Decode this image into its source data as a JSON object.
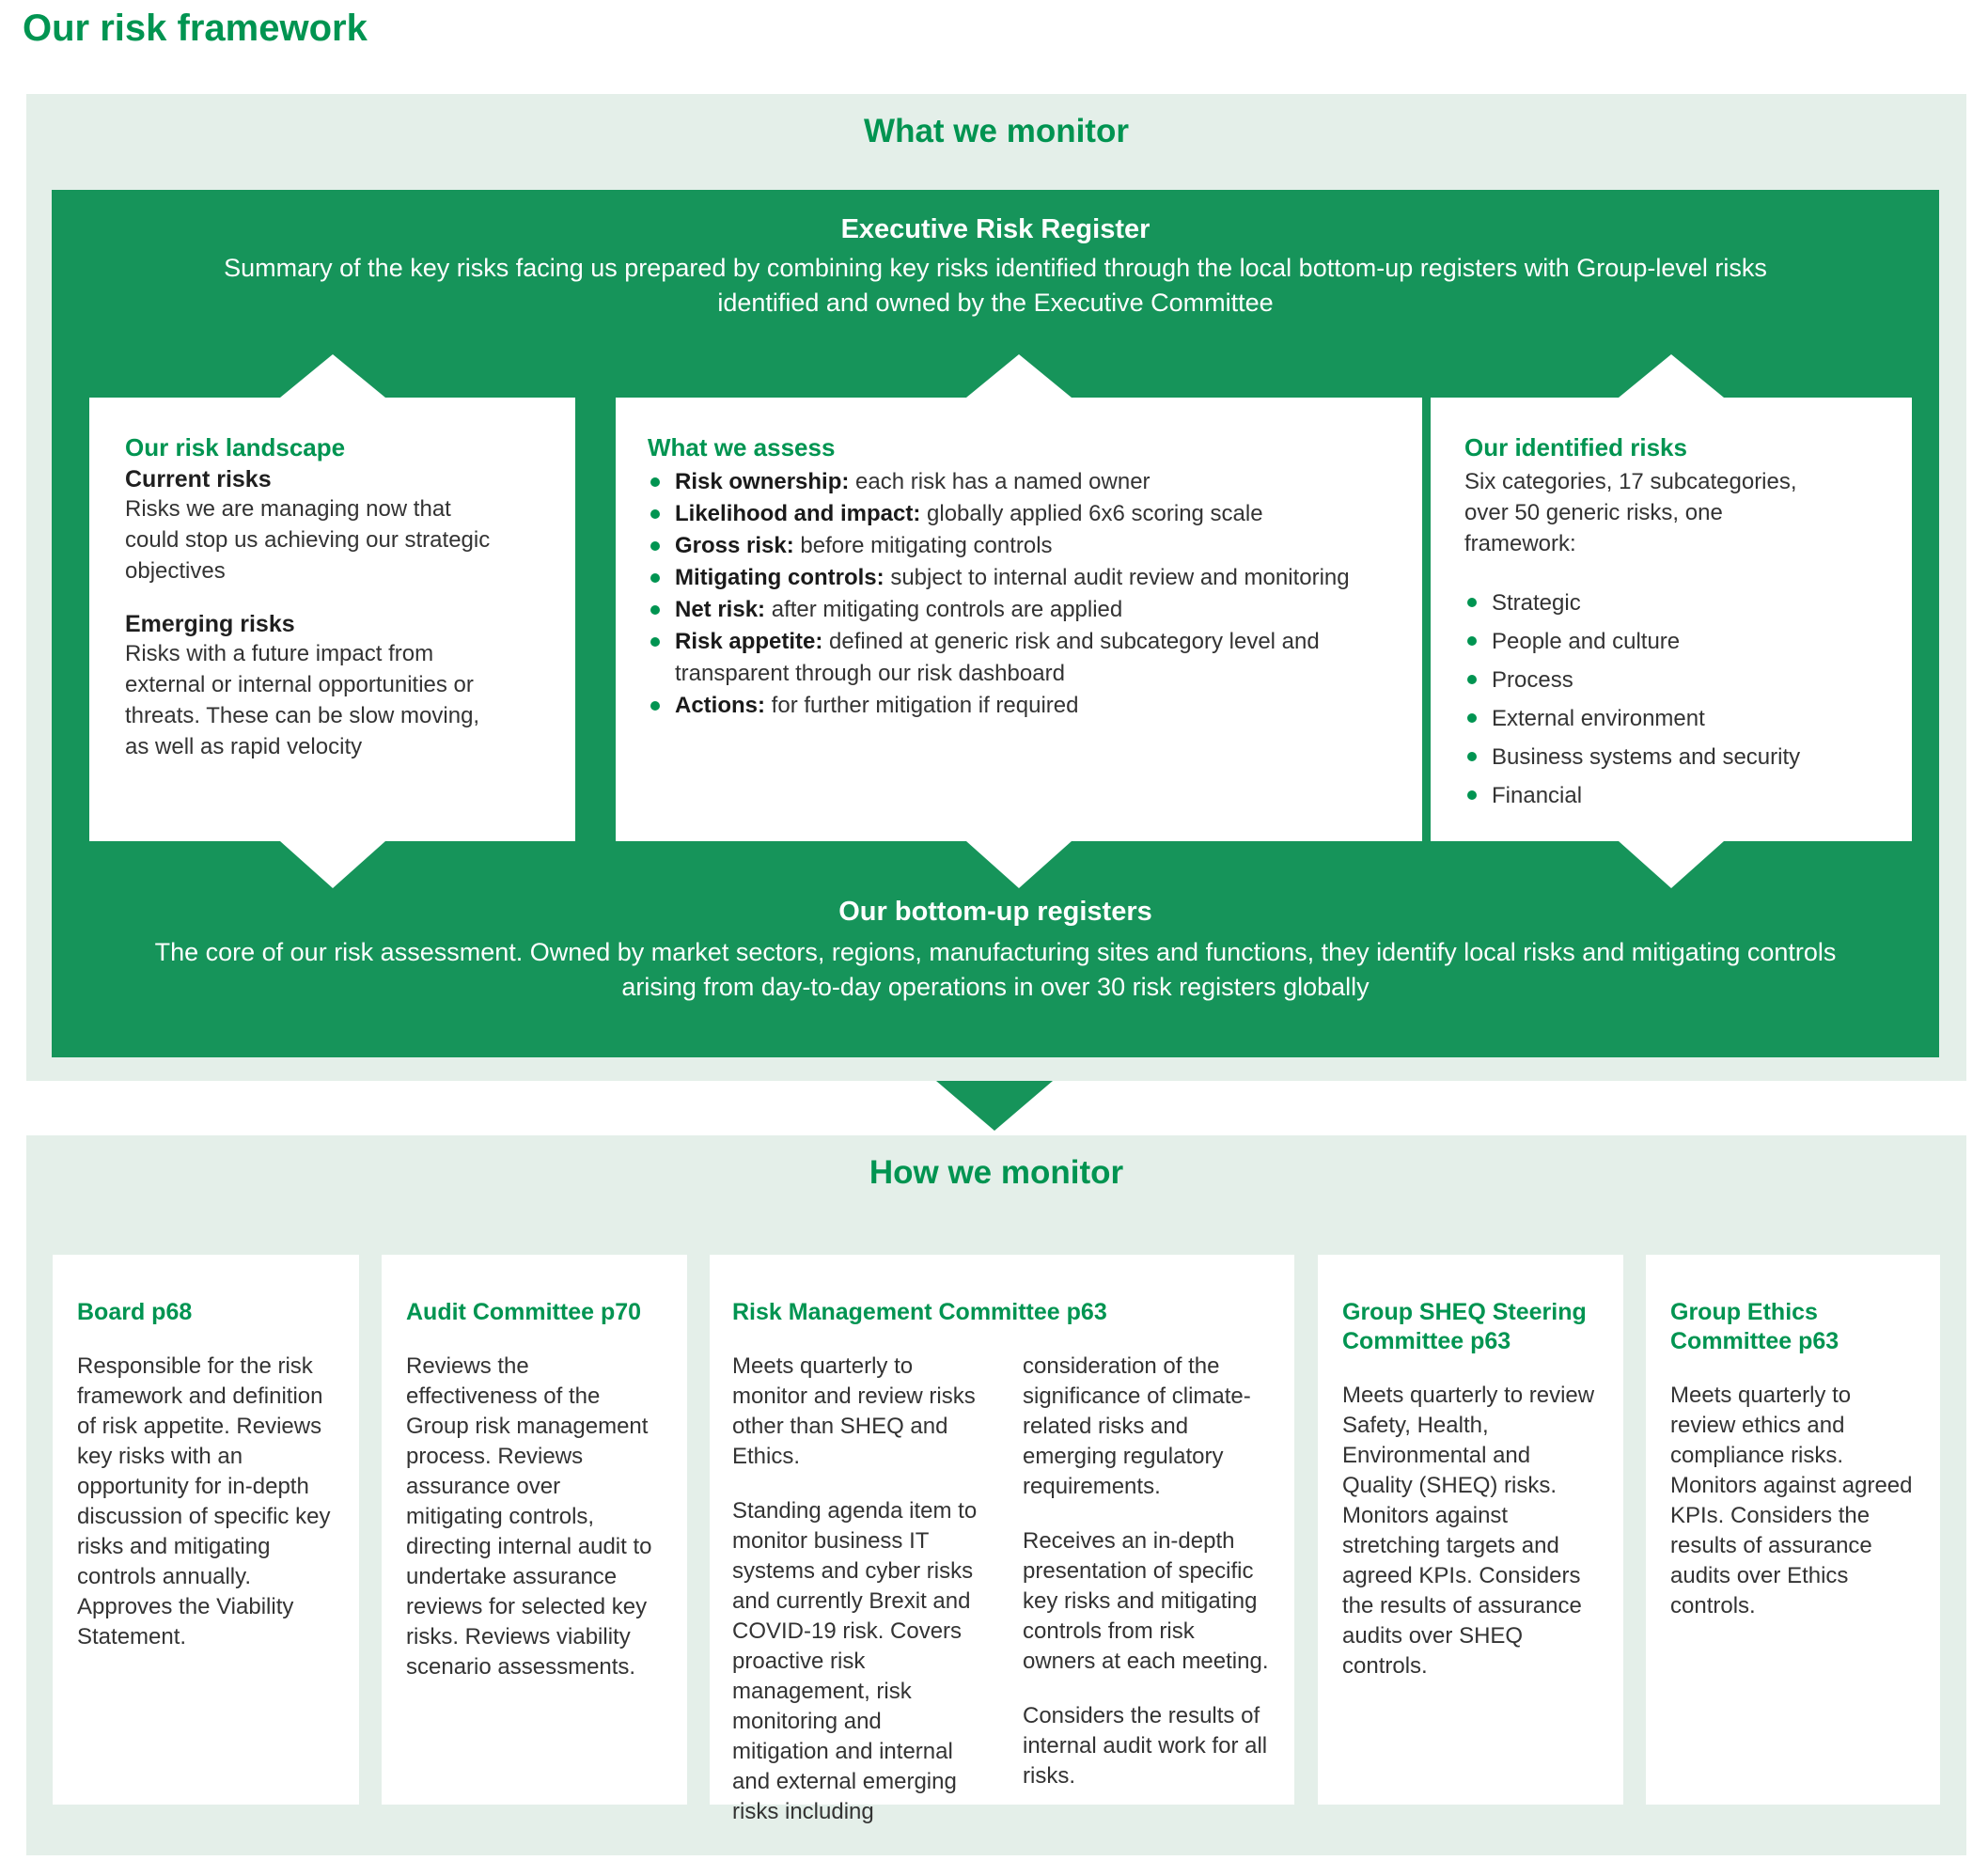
{
  "colors": {
    "brand_green": "#009451",
    "dark_green": "#16945a",
    "panel_bg": "#e4efe9",
    "text_dark": "#333333"
  },
  "page_title": "Our risk framework",
  "what_we_monitor": {
    "heading": "What we monitor",
    "executive_risk_register": {
      "title": "Executive Risk Register",
      "description": "Summary of the key risks facing us prepared by combining key risks identified through the local bottom-up registers with Group-level risks identified and owned by the Executive Committee"
    },
    "risk_landscape": {
      "heading": "Our risk landscape",
      "sections": [
        {
          "title": "Current risks",
          "text": "Risks we are managing now that could stop us achieving our strategic objectives"
        },
        {
          "title": "Emerging risks",
          "text": "Risks with a future impact from external or internal opportunities or threats. These can be slow moving, as well as rapid velocity"
        }
      ]
    },
    "what_we_assess": {
      "heading": "What we assess",
      "bullets": [
        {
          "lead": "Risk ownership:",
          "text": "each risk has a named owner"
        },
        {
          "lead": "Likelihood and impact:",
          "text": "globally applied 6x6 scoring scale"
        },
        {
          "lead": "Gross risk:",
          "text": "before mitigating controls"
        },
        {
          "lead": "Mitigating controls:",
          "text": "subject to internal audit review and monitoring"
        },
        {
          "lead": "Net risk:",
          "text": "after mitigating controls are applied"
        },
        {
          "lead": "Risk appetite:",
          "text": "defined at generic risk and subcategory level and transparent through our risk dashboard"
        },
        {
          "lead": "Actions:",
          "text": "for further mitigation if required"
        }
      ]
    },
    "identified_risks": {
      "heading": "Our identified risks",
      "intro": "Six categories, 17 subcategories, over 50 generic risks, one framework:",
      "bullets": [
        "Strategic",
        "People and culture",
        "Process",
        "External environment",
        "Business systems and security",
        "Financial"
      ]
    },
    "bottom_up_registers": {
      "title": "Our bottom-up registers",
      "description": "The core of our risk assessment. Owned by market sectors, regions, manufacturing sites and functions, they identify local risks and mitigating controls arising from day-to-day operations in over 30 risk registers globally"
    }
  },
  "how_we_monitor": {
    "heading": "How we monitor",
    "committees": [
      {
        "title": "Board p68",
        "paragraphs": [
          "Responsible for the risk framework and definition of risk appetite. Reviews key risks with an opportunity for in-depth discussion of specific key risks and mitigating controls annually. Approves the Viability Statement."
        ]
      },
      {
        "title": "Audit Committee p70",
        "paragraphs": [
          "Reviews the effectiveness of the Group risk management process. Reviews assurance over mitigating controls, directing internal audit to undertake assurance reviews for selected key risks. Reviews viability scenario assessments."
        ]
      },
      {
        "title": "Risk Management Committee p63",
        "col1": [
          "Meets quarterly to monitor and review risks other than SHEQ and Ethics.",
          "Standing agenda item to monitor business IT systems and cyber risks and currently Brexit and COVID-19 risk. Covers proactive risk management, risk monitoring and mitigation and internal and external emerging risks including"
        ],
        "col2": [
          "consideration of the significance of climate-related risks and emerging regulatory requirements.",
          "Receives an in-depth presentation of specific key risks and mitigating controls from risk owners at each meeting.",
          "Considers the results of internal audit work for all risks."
        ]
      },
      {
        "title": "Group SHEQ Steering Committee p63",
        "paragraphs": [
          "Meets quarterly to review Safety, Health, Environmental and Quality (SHEQ) risks. Monitors against stretching targets and agreed KPIs. Considers the results of assurance audits over SHEQ controls."
        ]
      },
      {
        "title": "Group Ethics Committee p63",
        "paragraphs": [
          "Meets quarterly to review ethics and compliance risks. Monitors against agreed KPIs. Considers the results of assurance audits over Ethics controls."
        ]
      }
    ]
  }
}
